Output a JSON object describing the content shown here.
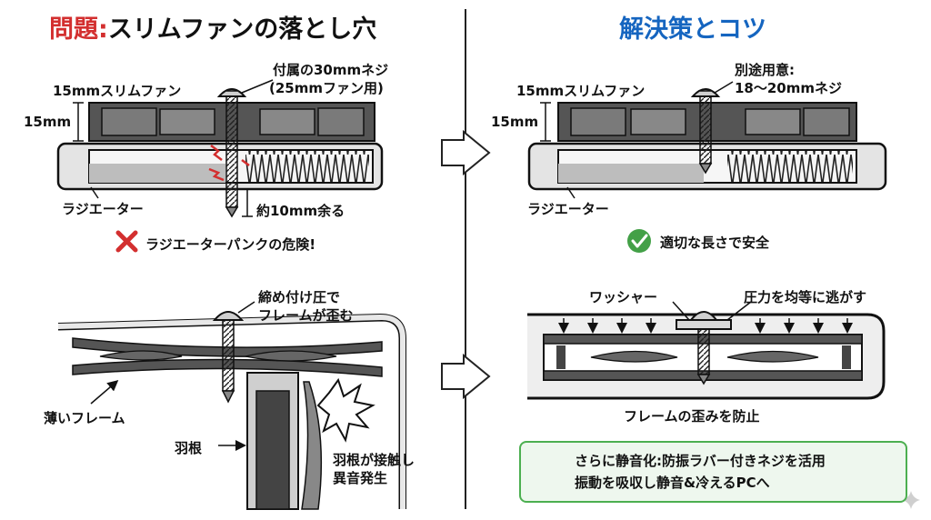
{
  "left": {
    "title_prefix": "問題",
    "title_colon": ":",
    "title_rest": "スリムファンの落とし穴",
    "fan_label": "15mmスリムファン",
    "dim_label": "15mm",
    "screw_note_1": "付属の30mmネジ",
    "screw_note_2": "(25mmファン用)",
    "radiator_label": "ラジエーター",
    "excess_label": "約10mm余る",
    "warning": "ラジエーターパンクの危険!",
    "pressure_1": "締め付け圧で",
    "pressure_2": "フレームが歪む",
    "thin_frame": "薄いフレーム",
    "blade_label": "羽根",
    "contact_1": "羽根が接触し",
    "contact_2": "異音発生"
  },
  "right": {
    "title": "解決策とコツ",
    "fan_label": "15mmスリムファン",
    "dim_label": "15mm",
    "screw_note_1": "別途用意:",
    "screw_note_2": "18〜20mmネジ",
    "radiator_label": "ラジエーター",
    "ok": "適切な長さで安全",
    "washer": "ワッシャー",
    "pressure": "圧力を均等に逃がす",
    "prevent": "フレームの歪みを防止",
    "tip_1": "さらに静音化:防振ラバー付きネジを活用",
    "tip_2": "振動を吸収し静音&冷えるPCへ"
  },
  "colors": {
    "problem_red": "#d32f2f",
    "solution_blue": "#1565c0",
    "ok_green": "#43a047",
    "tip_border": "#4caf50",
    "tip_bg": "#eef7ee"
  },
  "icons": [
    "arrow-right-icon",
    "cross-icon",
    "check-circle-icon",
    "rubber-screw-icon",
    "sparkle-icon"
  ]
}
